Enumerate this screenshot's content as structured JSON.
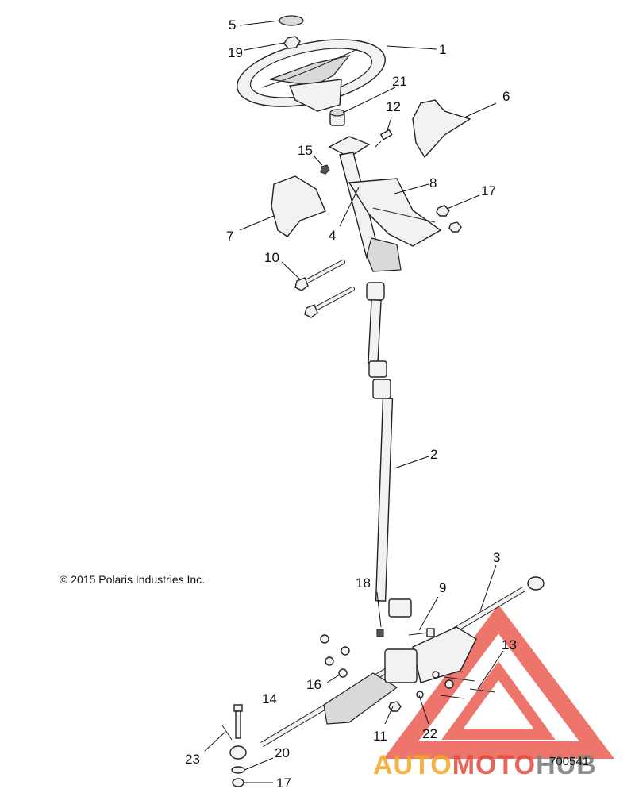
{
  "callouts": [
    "1",
    "2",
    "3",
    "4",
    "5",
    "6",
    "7",
    "8",
    "9",
    "10",
    "11",
    "12",
    "13",
    "14",
    "15",
    "16",
    "17",
    "17",
    "18",
    "19",
    "20",
    "21",
    "22",
    "23"
  ],
  "copyright": "© 2015 Polaris Industries Inc.",
  "diagram_number": "700541",
  "watermark": {
    "part1": "AUTO",
    "part2": "MOTO",
    "part3": "HUB"
  },
  "colors": {
    "watermark_red": "#e8473b",
    "watermark_orange": "#f5a623",
    "watermark_gray": "#7a7a7a",
    "line": "#222222"
  }
}
